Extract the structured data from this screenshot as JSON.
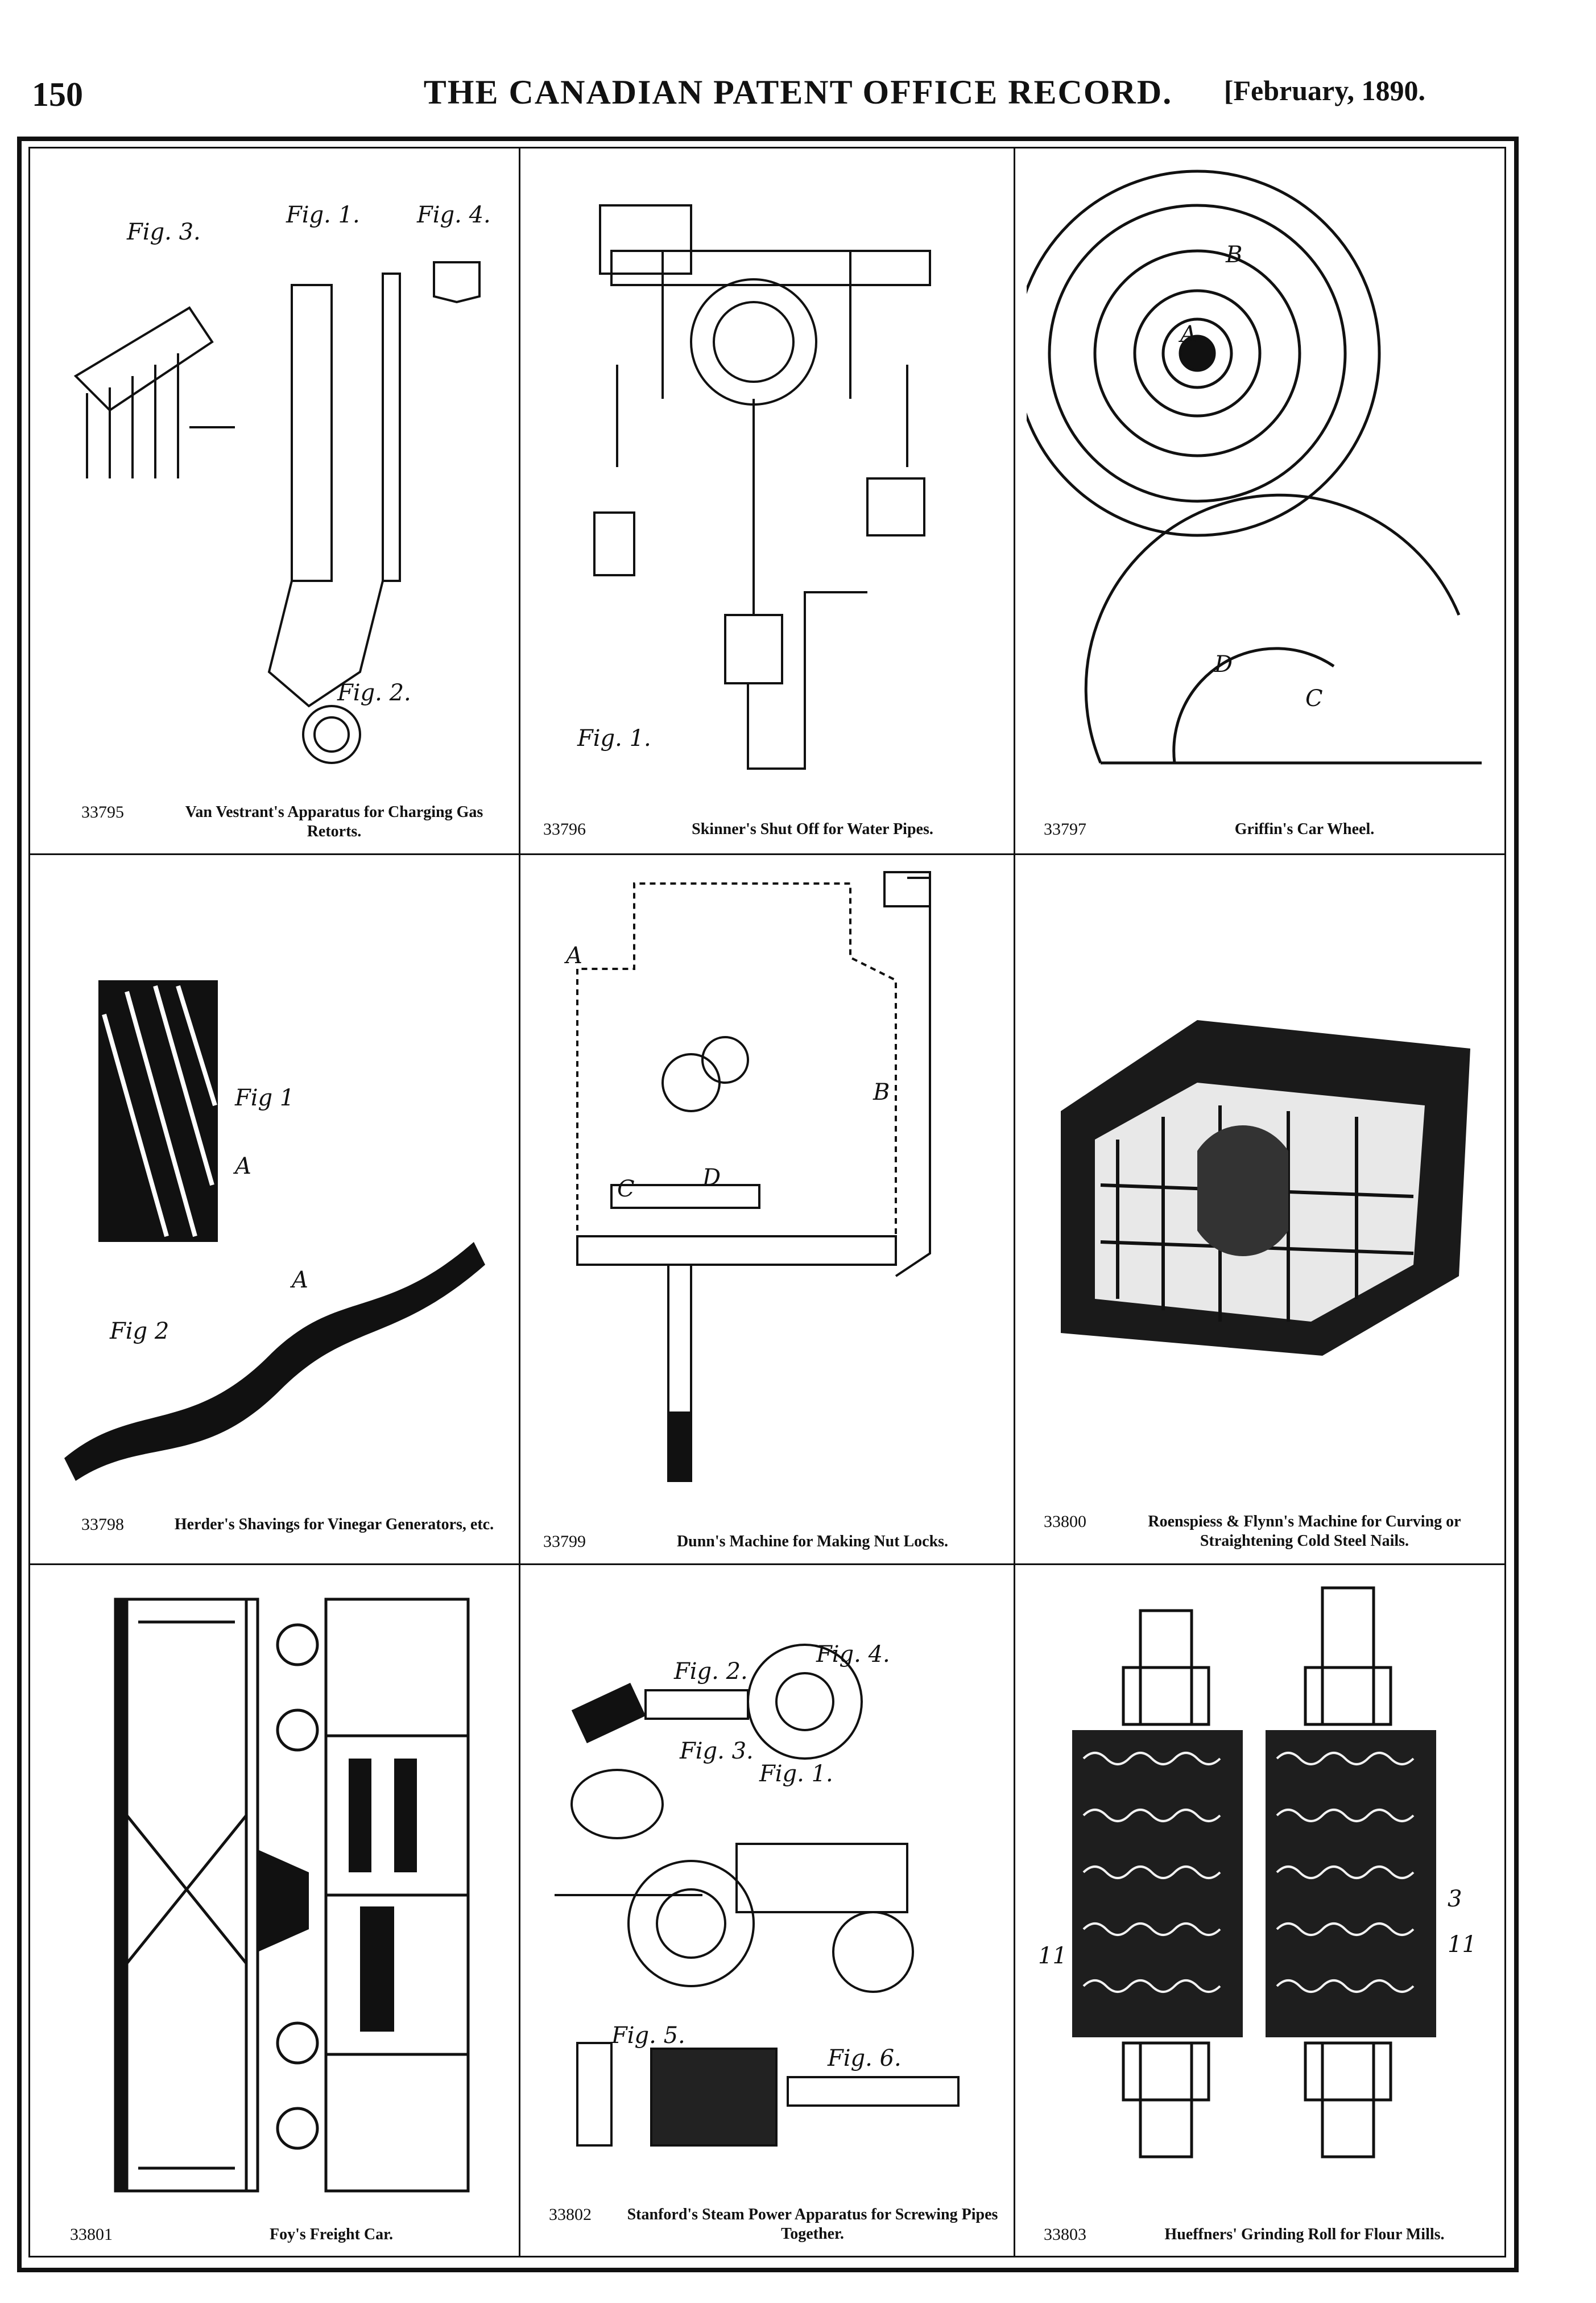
{
  "header": {
    "page_number": "150",
    "journal_title": "THE CANADIAN PATENT OFFICE RECORD.",
    "issue_date": "[February, 1890."
  },
  "patents": [
    {
      "number": "33795",
      "title": "Van Vestrant's Apparatus for Charging Gas Retorts.",
      "labels": [
        "Fig. 3.",
        "Fig. 1.",
        "Fig. 4.",
        "Fig. 2."
      ]
    },
    {
      "number": "33796",
      "title": "Skinner's Shut Off for Water Pipes.",
      "labels": [
        "Fig. 1."
      ]
    },
    {
      "number": "33797",
      "title": "Griffin's Car Wheel.",
      "labels": [
        "A",
        "B",
        "D",
        "C"
      ]
    },
    {
      "number": "33798",
      "title": "Herder's Shavings for Vinegar Generators, etc.",
      "labels": [
        "Fig 1",
        "A",
        "Fig 2",
        "A"
      ]
    },
    {
      "number": "33799",
      "title": "Dunn's Machine for Making Nut Locks.",
      "labels": [
        "A",
        "B",
        "C",
        "D"
      ]
    },
    {
      "number": "33800",
      "title": "Roenspiess & Flynn's Machine for Curving or Straightening Cold Steel Nails.",
      "labels": []
    },
    {
      "number": "33801",
      "title": "Foy's Freight Car.",
      "labels": []
    },
    {
      "number": "33802",
      "title": "Stanford's Steam Power Apparatus for Screwing Pipes Together.",
      "labels": [
        "Fig. 1.",
        "Fig. 2.",
        "Fig. 3.",
        "Fig. 4.",
        "Fig. 5.",
        "Fig. 6."
      ]
    },
    {
      "number": "33803",
      "title": "Hueffners' Grinding Roll for Flour Mills.",
      "labels": [
        "3",
        "11",
        "11"
      ]
    }
  ]
}
